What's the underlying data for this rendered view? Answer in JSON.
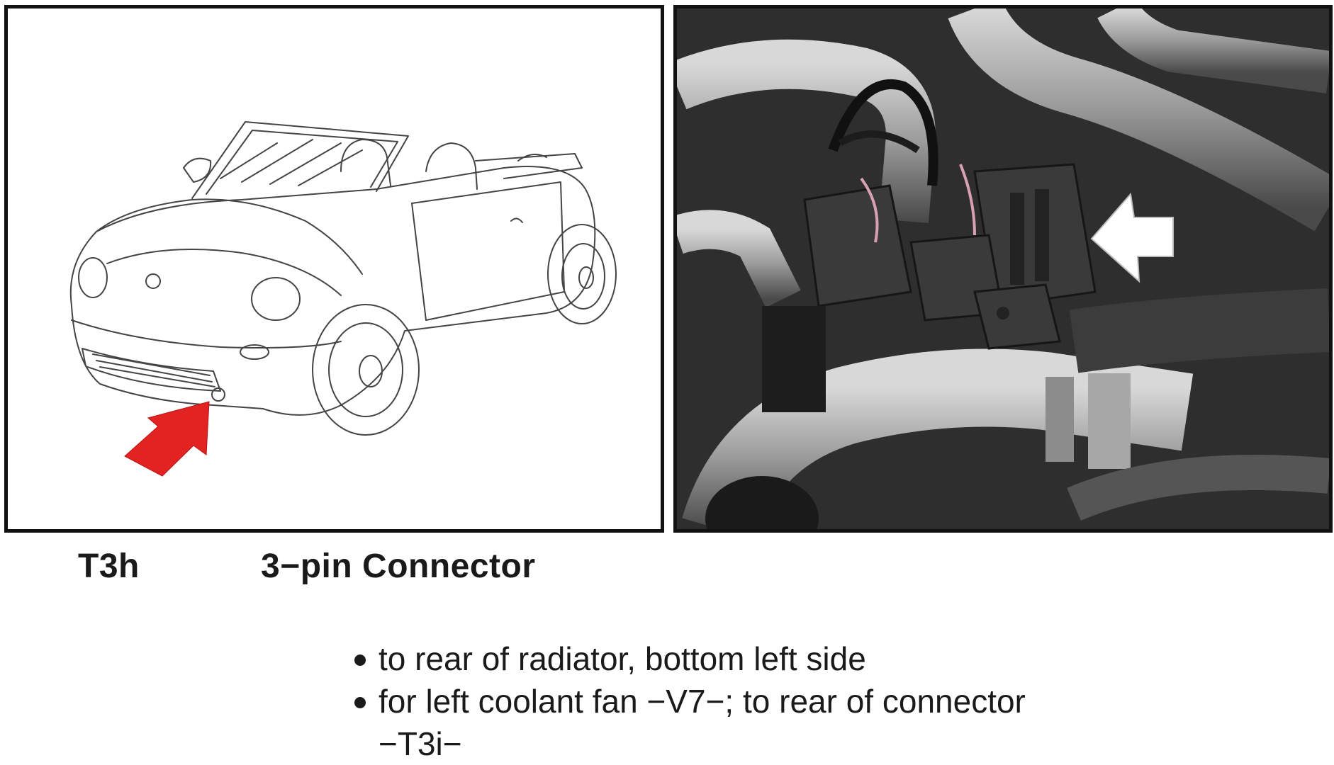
{
  "connector": {
    "code": "T3h",
    "title": "3−pin Connector"
  },
  "locations": [
    {
      "text": "to rear of radiator, bottom left side"
    },
    {
      "text": "for left coolant fan −V7−; to rear of connector"
    },
    {
      "text": "−T3i−",
      "continuation": true
    }
  ],
  "colors": {
    "locator_arrow": "#e32222",
    "photo_arrow": "#ffffff"
  },
  "icons": {
    "left_panel": "car-convertible-outline",
    "left_pointer": "red-arrow-icon",
    "right_pointer": "white-arrow-icon"
  }
}
